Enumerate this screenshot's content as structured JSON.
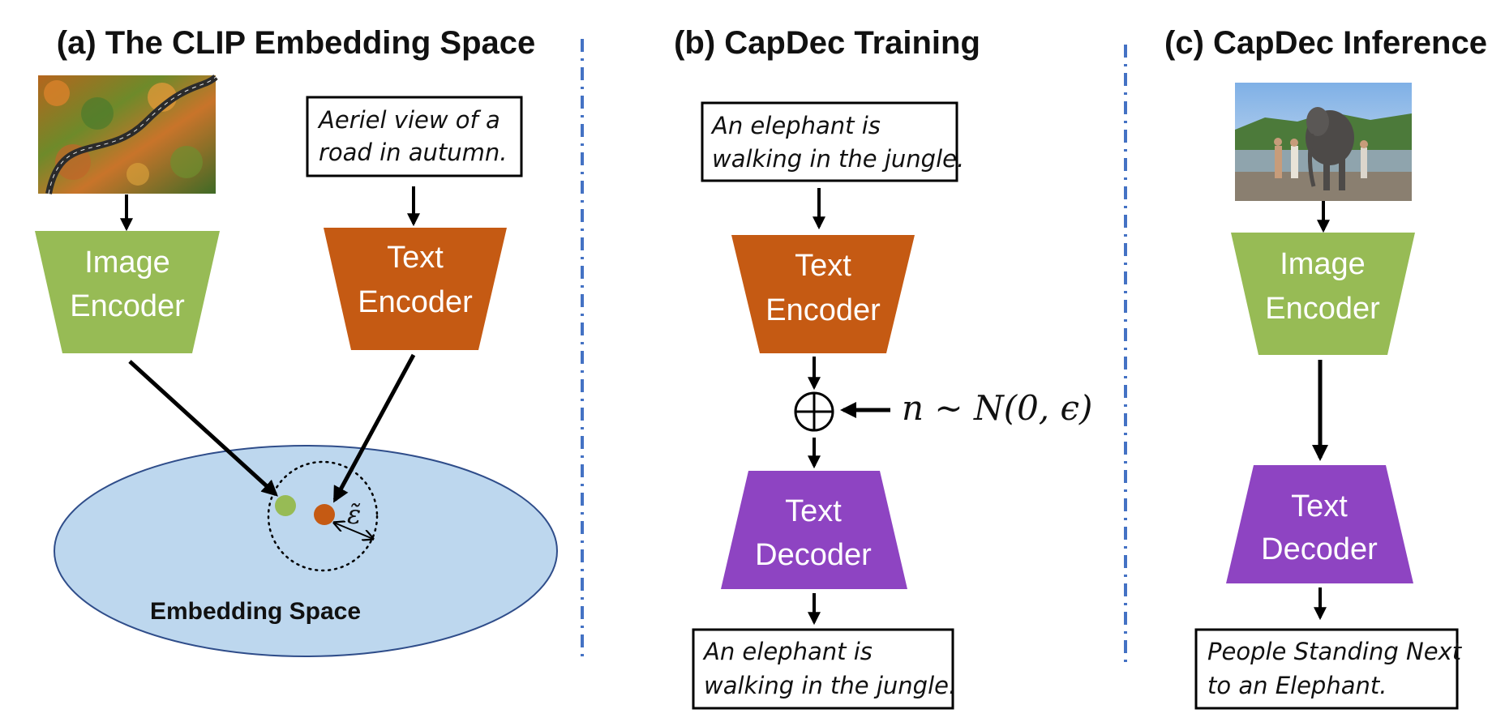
{
  "colors": {
    "image_encoder": "#97bb55",
    "text_encoder": "#c55a13",
    "text_decoder": "#8e44c2",
    "embedding_space": "#bdd7ee",
    "embedding_border": "#2f4d8a",
    "divider": "#4472c4",
    "image_point": "#97bb55",
    "text_point": "#c55a13"
  },
  "panel_a": {
    "title": "(a) The CLIP Embedding Space",
    "image_description": "aerial photo of a road in autumn forest",
    "caption_line1": "Aeriel view of a",
    "caption_line2": "road in autumn.",
    "image_encoder_line1": "Image",
    "image_encoder_line2": "Encoder",
    "text_encoder_line1": "Text",
    "text_encoder_line2": "Encoder",
    "embedding_label": "Embedding Space",
    "epsilon_label": "ε̃"
  },
  "panel_b": {
    "title": "(b) CapDec Training",
    "input_line1": "An elephant is",
    "input_line2": "walking in the jungle.",
    "text_encoder_line1": "Text",
    "text_encoder_line2": "Encoder",
    "noise_label": "n ~ N(0, ϵ)",
    "plus_icon": "circled-plus-icon",
    "text_decoder_line1": "Text",
    "text_decoder_line2": "Decoder",
    "output_line1": "An elephant is",
    "output_line2": "walking in the jungle."
  },
  "panel_c": {
    "title": "(c) CapDec Inference",
    "image_description": "photo of people standing next to an elephant by a river",
    "image_encoder_line1": "Image",
    "image_encoder_line2": "Encoder",
    "text_decoder_line1": "Text",
    "text_decoder_line2": "Decoder",
    "output_line1": "People Standing Next",
    "output_line2": "to an Elephant."
  }
}
